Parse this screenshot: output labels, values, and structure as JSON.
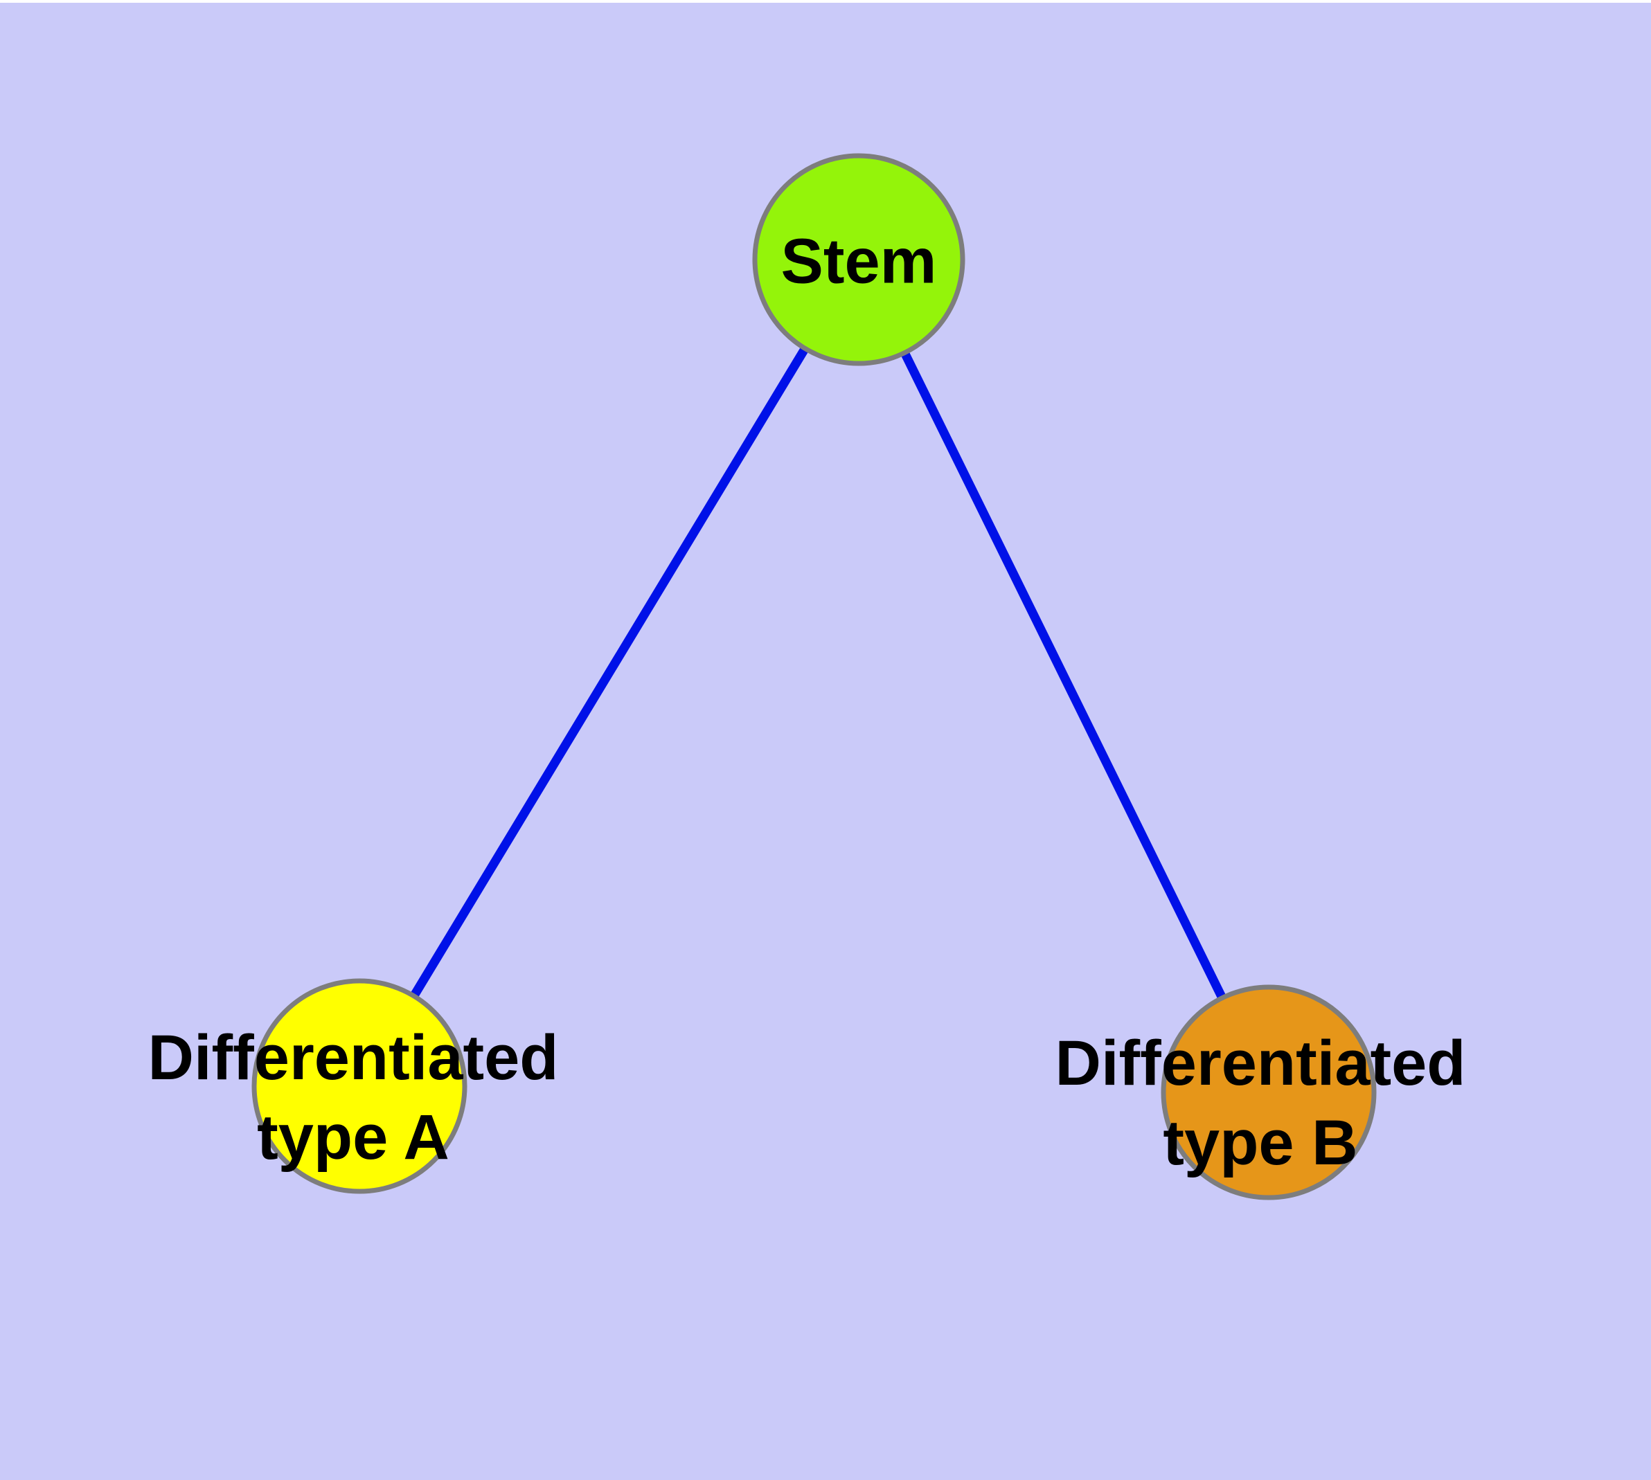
{
  "diagram": {
    "background_color": "#CACAF9",
    "edge_color": "#0011E8",
    "node_border_color": "#7D7D7D",
    "text_color": "#000000",
    "nodes": [
      {
        "id": "stem",
        "label_lines": [
          "Stem"
        ],
        "fill_color": "#94F40A"
      },
      {
        "id": "differentiated-type-a",
        "label_lines": [
          "Differentiated",
          "type A"
        ],
        "fill_color": "#FFFF00"
      },
      {
        "id": "differentiated-type-b",
        "label_lines": [
          "Differentiated",
          "type B"
        ],
        "fill_color": "#E69619"
      }
    ],
    "edges": [
      {
        "from": "Stem",
        "to": "Differentiated type A"
      },
      {
        "from": "Stem",
        "to": "Differentiated type B"
      }
    ]
  }
}
